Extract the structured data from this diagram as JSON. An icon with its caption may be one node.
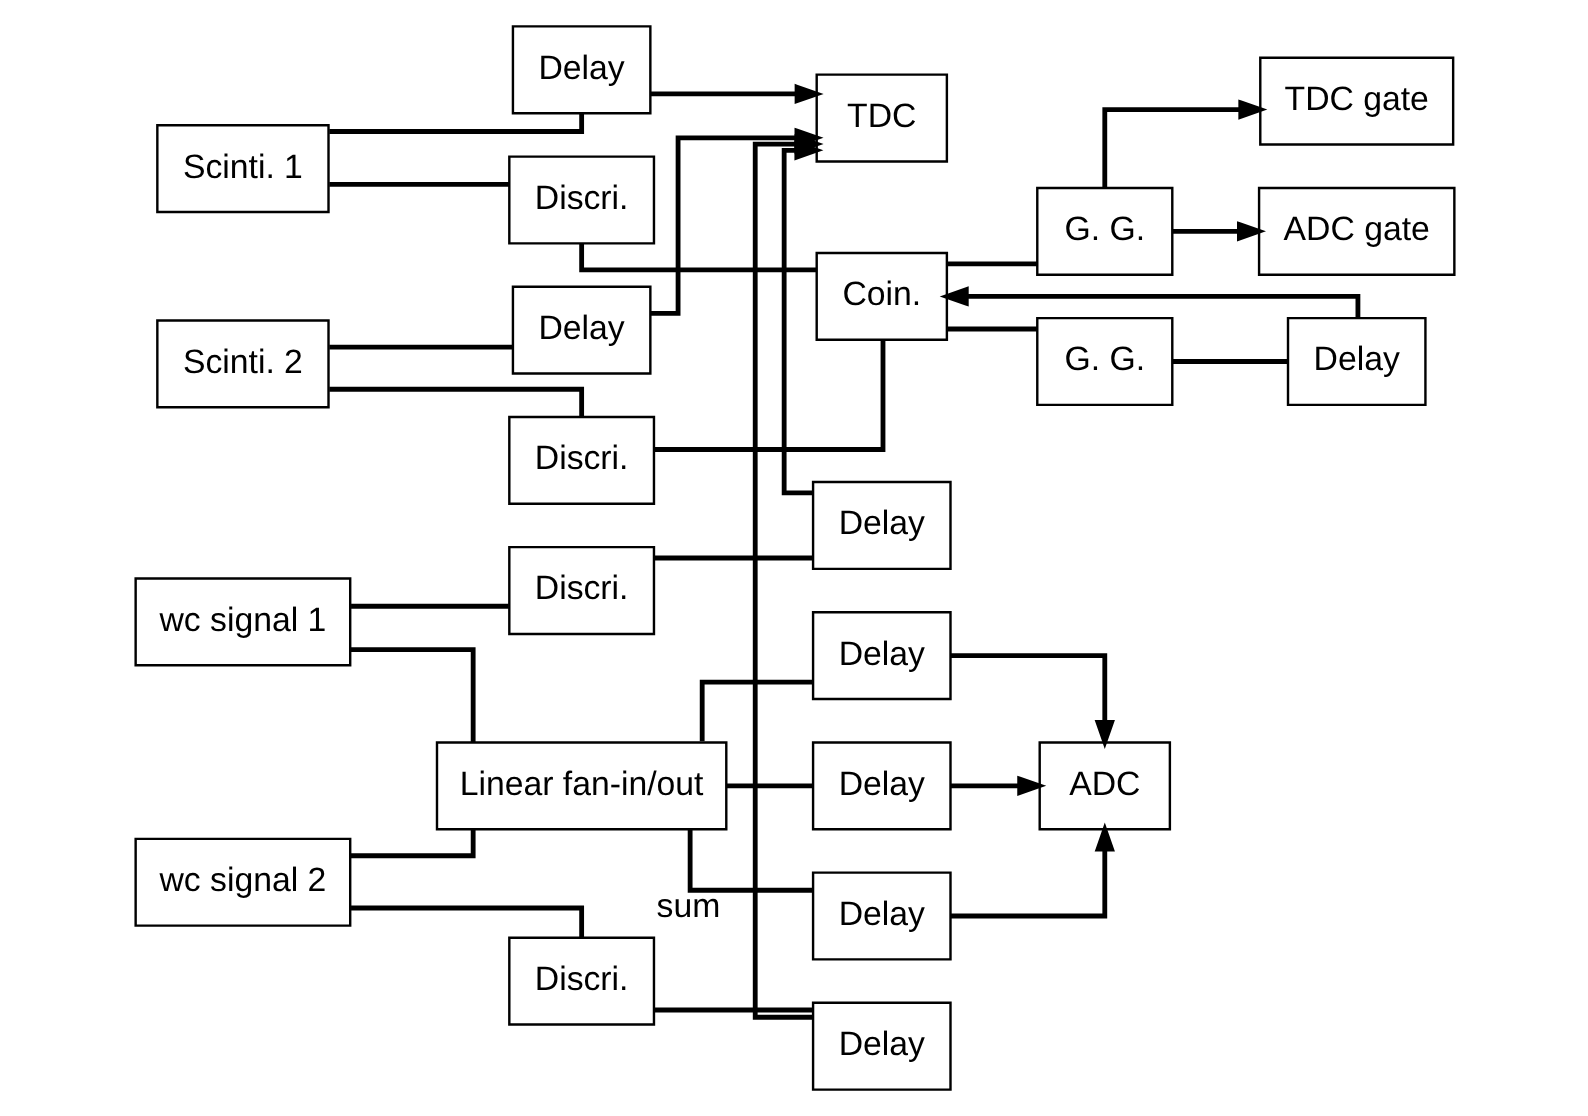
{
  "diagram": {
    "nodes": [
      {
        "text": [
          "Scinti. 1"
        ]
      },
      {
        "text": [
          "Scinti. 2"
        ]
      },
      {
        "text": [
          "Discri."
        ]
      },
      {
        "text": [
          "Discri."
        ]
      },
      {
        "text": [
          "Coin."
        ]
      },
      {
        "text": [
          "G. G."
        ]
      },
      {
        "text": [
          "ADC gate"
        ]
      },
      {
        "text": [
          "TDC gate"
        ]
      },
      {
        "text": [
          "G. G."
        ]
      },
      {
        "text": [
          "Delay"
        ]
      },
      {
        "text": [
          "Delay"
        ]
      },
      {
        "text": [
          "Delay"
        ]
      },
      {
        "text": [
          "TDC"
        ]
      },
      {
        "text": [
          "wc signal 1"
        ]
      },
      {
        "text": [
          "wc signal 2"
        ]
      },
      {
        "text": [
          "Discri."
        ]
      },
      {
        "text": [
          "Delay"
        ]
      },
      {
        "text": [
          "Discri."
        ]
      },
      {
        "text": [
          "Delay"
        ]
      },
      {
        "text": [
          "Linear fan-in/out"
        ]
      },
      {
        "text": [
          "Delay"
        ]
      },
      {
        "text": [
          "Delay"
        ]
      },
      {
        "text": [
          "Delay"
        ]
      },
      {
        "text": [
          "ADC"
        ]
      }
    ],
    "edges": [
      {
        "from": 0,
        "to": 2,
        "arrow": "none"
      },
      {
        "from": 0,
        "to": 10,
        "arrow": "none"
      },
      {
        "from": 1,
        "to": 3,
        "arrow": "none"
      },
      {
        "from": 1,
        "to": 11,
        "arrow": "none"
      },
      {
        "from": 2,
        "to": 4,
        "arrow": "none"
      },
      {
        "from": 3,
        "to": 4,
        "arrow": "none"
      },
      {
        "from": 4,
        "to": 5,
        "arrow": "none"
      },
      {
        "from": 5,
        "to": 6,
        "arrow": "to"
      },
      {
        "from": 5,
        "to": 7,
        "arrow": "to"
      },
      {
        "from": 4,
        "to": 8,
        "arrow": "none"
      },
      {
        "from": 8,
        "to": 9,
        "arrow": "none"
      },
      {
        "from": 9,
        "to": 4,
        "arrow": "to"
      },
      {
        "from": 10,
        "to": 12,
        "arrow": "to"
      },
      {
        "from": 11,
        "to": 12,
        "arrow": "to"
      },
      {
        "from": 13,
        "to": 15,
        "arrow": "none"
      },
      {
        "from": 13,
        "to": 19,
        "arrow": "none"
      },
      {
        "from": 14,
        "to": 17,
        "arrow": "none"
      },
      {
        "from": 14,
        "to": 19,
        "arrow": "none"
      },
      {
        "from": 15,
        "to": 16,
        "arrow": "none"
      },
      {
        "from": 16,
        "to": 12,
        "arrow": "to"
      },
      {
        "from": 17,
        "to": 18,
        "arrow": "none"
      },
      {
        "from": 18,
        "to": 12,
        "arrow": "to"
      },
      {
        "from": 19,
        "to": 20,
        "arrow": "none"
      },
      {
        "from": 19,
        "to": 21,
        "arrow": "none"
      },
      {
        "from": 19,
        "to": 22,
        "arrow": "none",
        "label": "sum"
      },
      {
        "from": 20,
        "to": 23,
        "arrow": "to"
      },
      {
        "from": 21,
        "to": 23,
        "arrow": "to"
      },
      {
        "from": 22,
        "to": 23,
        "arrow": "to"
      }
    ]
  }
}
